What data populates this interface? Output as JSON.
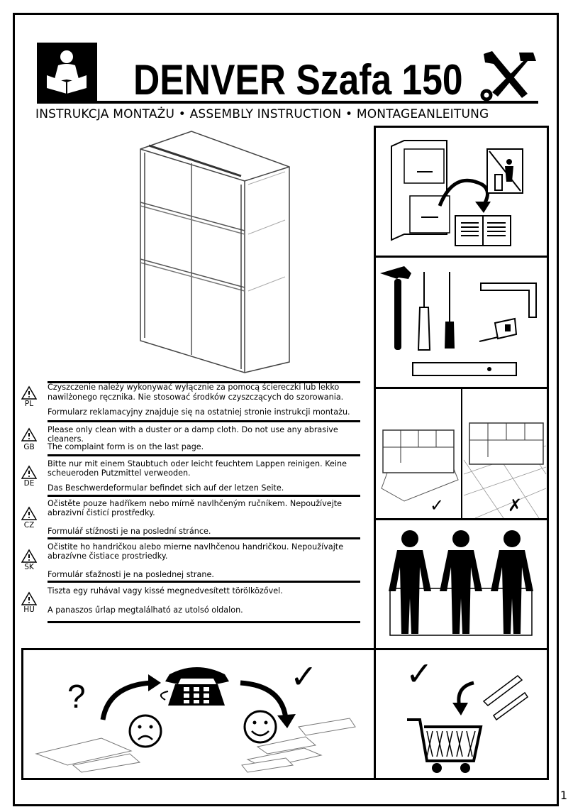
{
  "header": {
    "title": "DENVER Szafa 150",
    "subtitle": "INSTRUKCJA MONTAŻU • ASSEMBLY INSTRUCTION • MONTAGEANLEITUNG"
  },
  "icons": {
    "reader": "person-reading-icon",
    "tools": "hammer-wrench-icon",
    "warning": "warning-triangle-icon"
  },
  "warnings": [
    {
      "lang": "PL",
      "lines": [
        "Czyszczenie należy wykonywać wyłącznie za pomocą ściereczki lub lekko",
        "nawilżonego ręcznika. Nie stosować środków czyszczących do szorowania.",
        "Formularz reklamacyjny znajduje się na ostatniej stronie instrukcji montażu."
      ]
    },
    {
      "lang": "GB",
      "lines": [
        "Please only clean with a duster or a damp cloth. Do not use any abrasive cleaners.",
        "The complaint form is on the last page."
      ]
    },
    {
      "lang": "DE",
      "lines": [
        "Bitte nur mit einem Staubtuch oder leicht feuchtem Lappen reinigen. Keine",
        "scheueroden Putzmittel verweoden.",
        "Das Beschwerdeformular befindet sich auf der letzen Seite."
      ]
    },
    {
      "lang": "CZ",
      "lines": [
        "Očistěte pouze hadříkem nebo mírně navlhčeným ručníkem. Nepoužívejte",
        "abrazivní čisticí prostředky.",
        "Formulář stížnosti je na poslední stránce."
      ]
    },
    {
      "lang": "SK",
      "lines": [
        "Očistite ho handričkou alebo mierne navlhčenou handričkou. Nepoužívajte",
        "abrazívne čistiace prostriedky.",
        "Formulár sťažnosti je na poslednej strane."
      ]
    },
    {
      "lang": "HU",
      "lines": [
        "Tiszta egy ruhával vagy kissé megnedvesített törölközővel.",
        "A panaszos űrlap megtalálható az utolsó oldalon."
      ]
    }
  ],
  "panels": {
    "complaint_question": "?",
    "check_mark": "✓",
    "cross_mark": "✗"
  },
  "page_number": "1"
}
